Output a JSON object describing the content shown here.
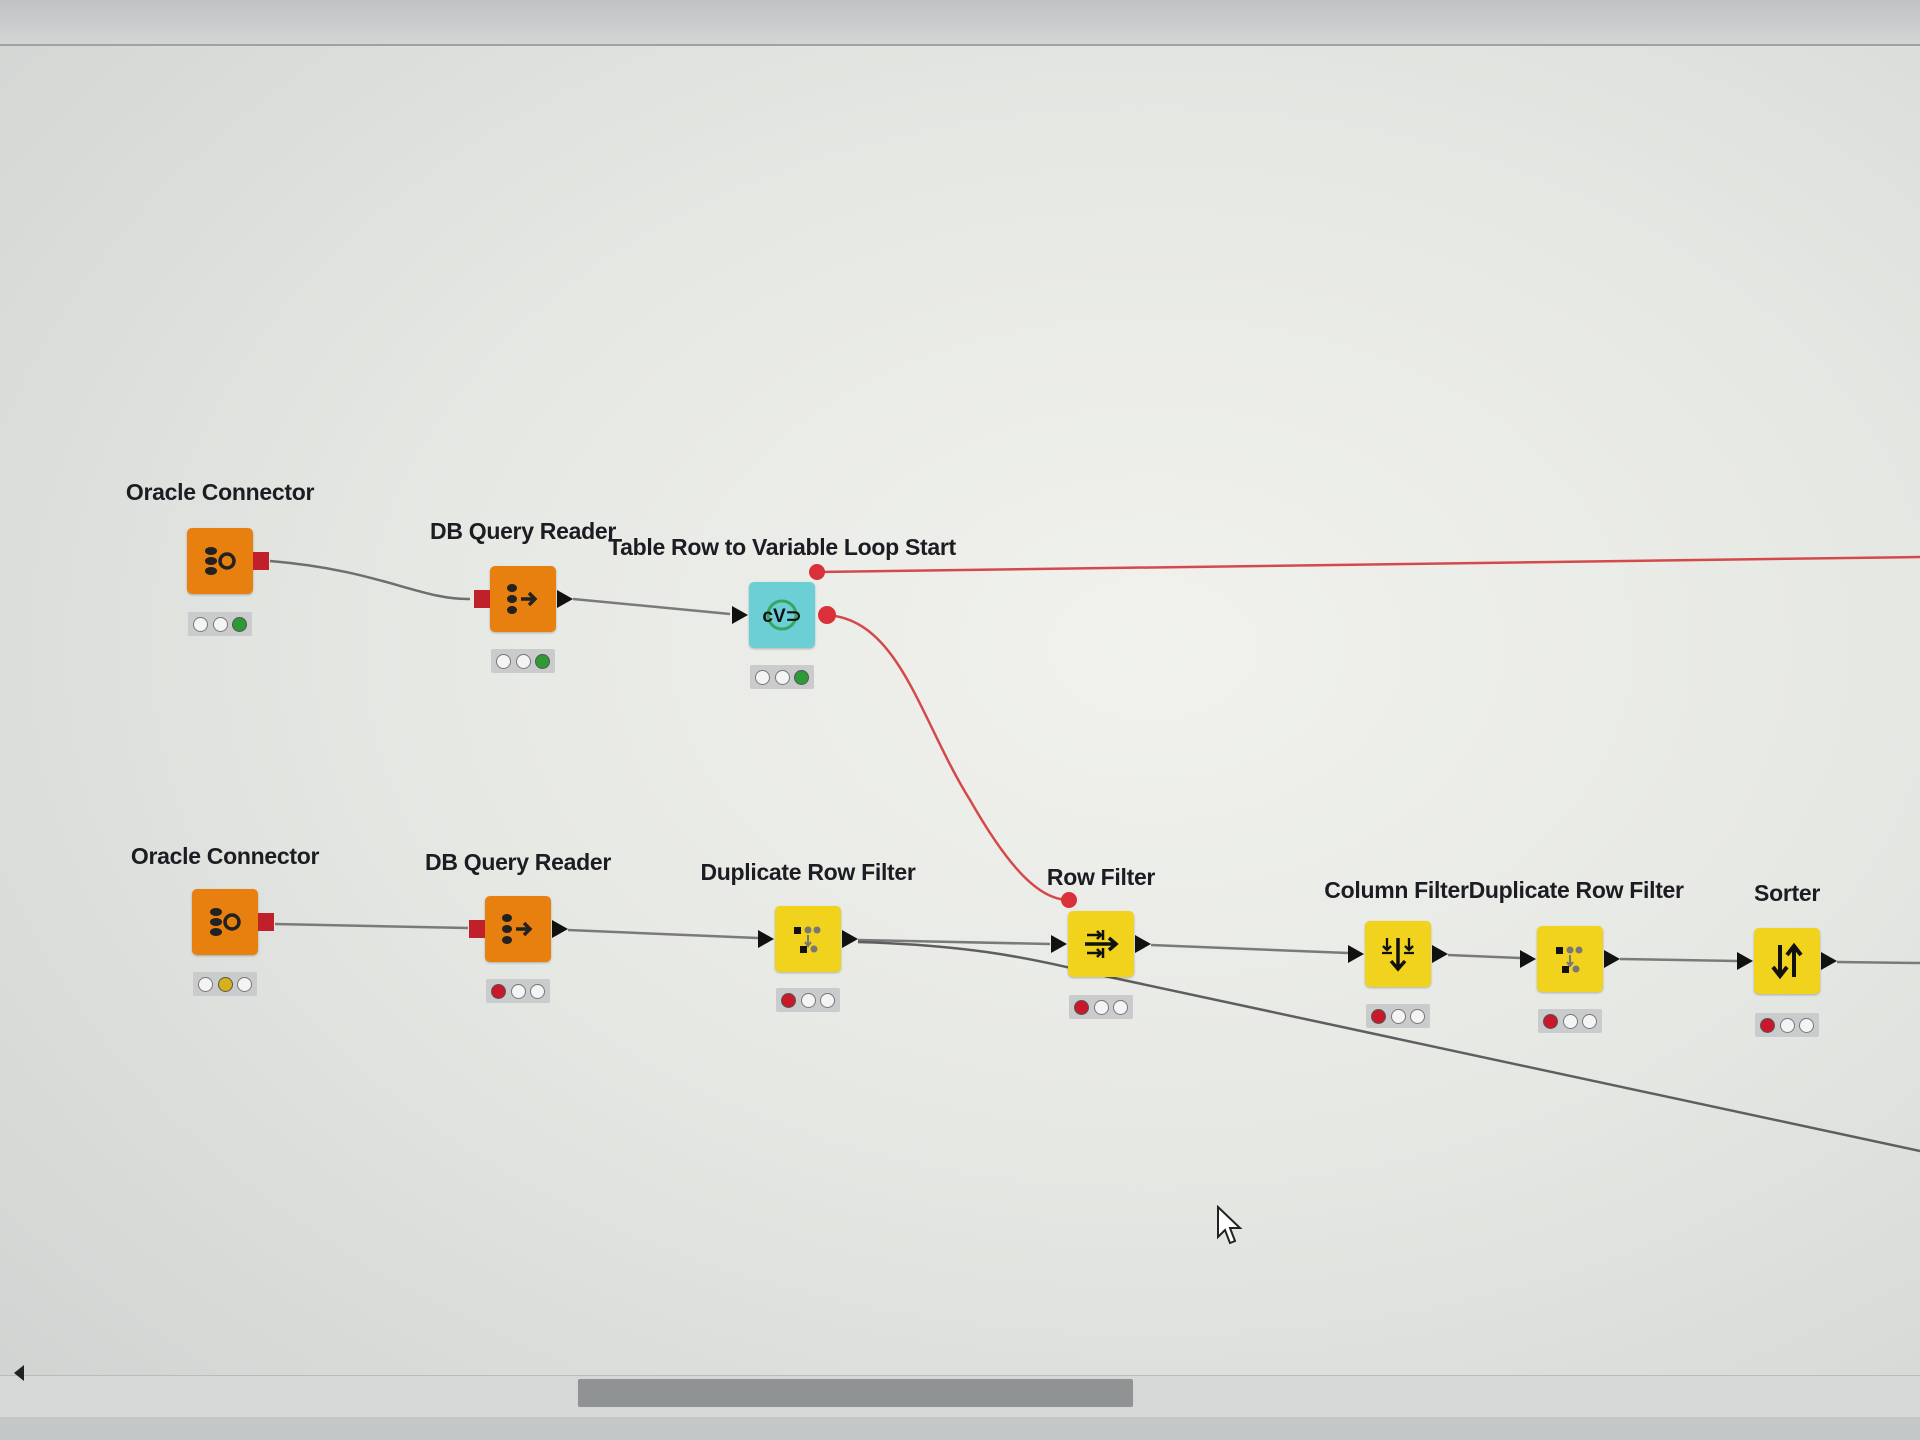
{
  "colors": {
    "db_node": "#e8800f",
    "loop_node": "#6ccfd6",
    "manipulator_node": "#f1d21d",
    "variable_port": "#d9303a",
    "data_wire": "#6e6e6e",
    "variable_wire": "#d44a4a",
    "status_green": "#2e9a36",
    "status_red": "#c8182a",
    "status_yellow": "#d6b21a"
  },
  "nodes": [
    {
      "label": "Oracle Connector",
      "icon": "database-connector-icon",
      "kind": "db_node",
      "status": "green"
    },
    {
      "label": "DB Query Reader",
      "icon": "db-query-reader-icon",
      "kind": "db_node",
      "status": "green"
    },
    {
      "label": "Table Row to Variable Loop Start",
      "icon": "loop-variable-icon",
      "kind": "loop_node",
      "status": "green"
    },
    {
      "label": "Oracle Connector",
      "icon": "database-connector-icon",
      "kind": "db_node",
      "status": "yellow"
    },
    {
      "label": "DB Query Reader",
      "icon": "db-query-reader-icon",
      "kind": "db_node",
      "status": "red"
    },
    {
      "label": "Duplicate Row Filter",
      "icon": "duplicate-row-filter-icon",
      "kind": "manipulator_node",
      "status": "red"
    },
    {
      "label": "Row Filter",
      "icon": "row-filter-icon",
      "kind": "manipulator_node",
      "status": "red"
    },
    {
      "label": "Column FilterDuplicate Row Filter",
      "icon": "column-filter-icon",
      "kind": "manipulator_node",
      "status": "red"
    },
    {
      "label": "",
      "icon": "duplicate-row-filter-icon",
      "kind": "manipulator_node",
      "status": "red"
    },
    {
      "label": "Sorter",
      "icon": "sorter-icon",
      "kind": "manipulator_node",
      "status": "red"
    }
  ]
}
